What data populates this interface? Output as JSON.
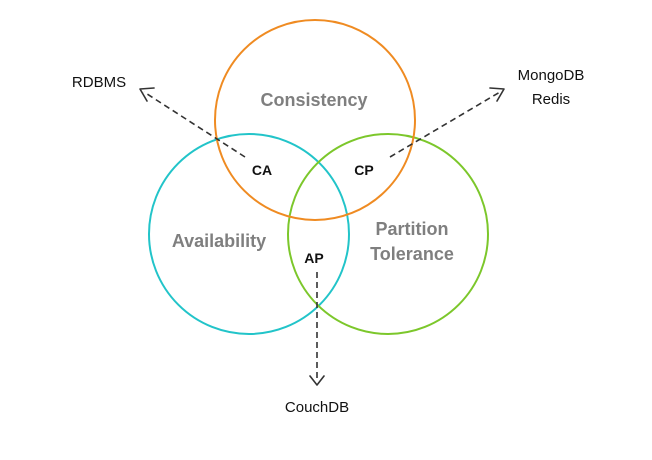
{
  "sets": {
    "consistency": {
      "label": "Consistency",
      "color": "#ef8b22"
    },
    "availability": {
      "label": "Availability",
      "color": "#22c4c9"
    },
    "partition": {
      "label_line1": "Partition",
      "label_line2": "Tolerance",
      "color": "#7cc72b"
    }
  },
  "label_color": "#7f7f7f",
  "regions": {
    "ca": "CA",
    "cp": "CP",
    "ap": "AP"
  },
  "examples": {
    "ca": "RDBMS",
    "cp_line1": "MongoDB",
    "cp_line2": "Redis",
    "ap": "CouchDB"
  }
}
